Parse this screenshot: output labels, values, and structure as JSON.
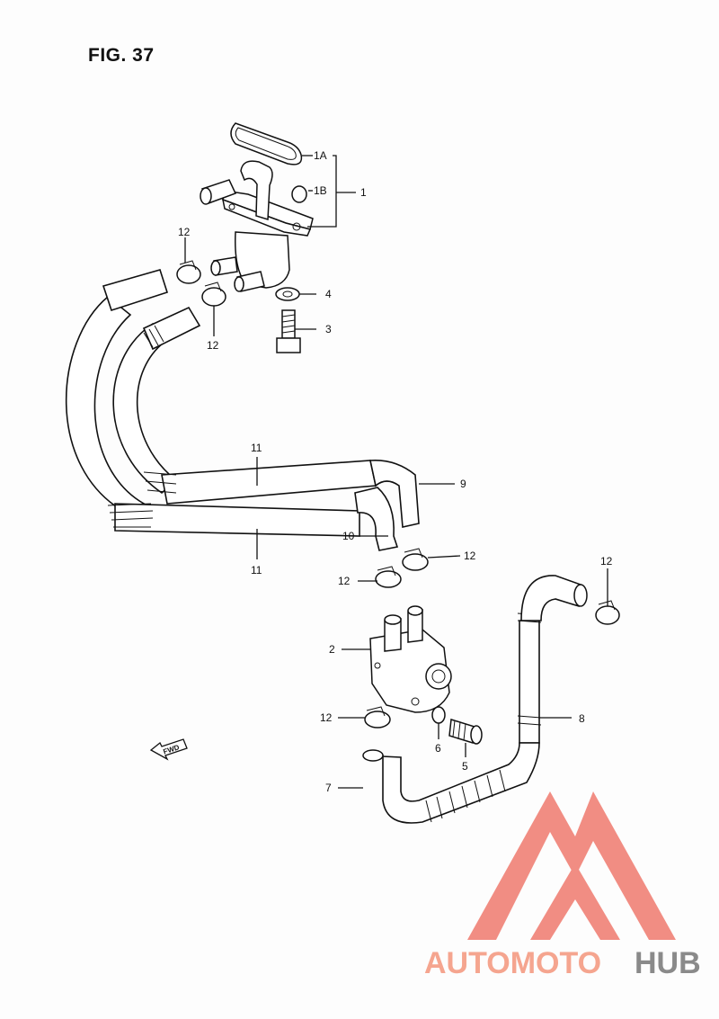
{
  "figure": {
    "title": "FIG. 37"
  },
  "callouts": {
    "c1A": "1A",
    "c1B": "1B",
    "c1": "1",
    "c2": "2",
    "c3": "3",
    "c4": "4",
    "c5": "5",
    "c6": "6",
    "c7": "7",
    "c8": "8",
    "c9": "9",
    "c10": "10",
    "c11a": "11",
    "c11b": "11",
    "c12a": "12",
    "c12b": "12",
    "c12c": "12",
    "c12d": "12",
    "c12e": "12",
    "c12f": "12"
  },
  "fwd_arrow": "FWD",
  "watermark": {
    "brand_a": "AUTOMOTO",
    "brand_b": "HUB",
    "color_a": "#f5a58f",
    "color_b": "#8a8a8a",
    "logo_color": "#f07a6e"
  }
}
